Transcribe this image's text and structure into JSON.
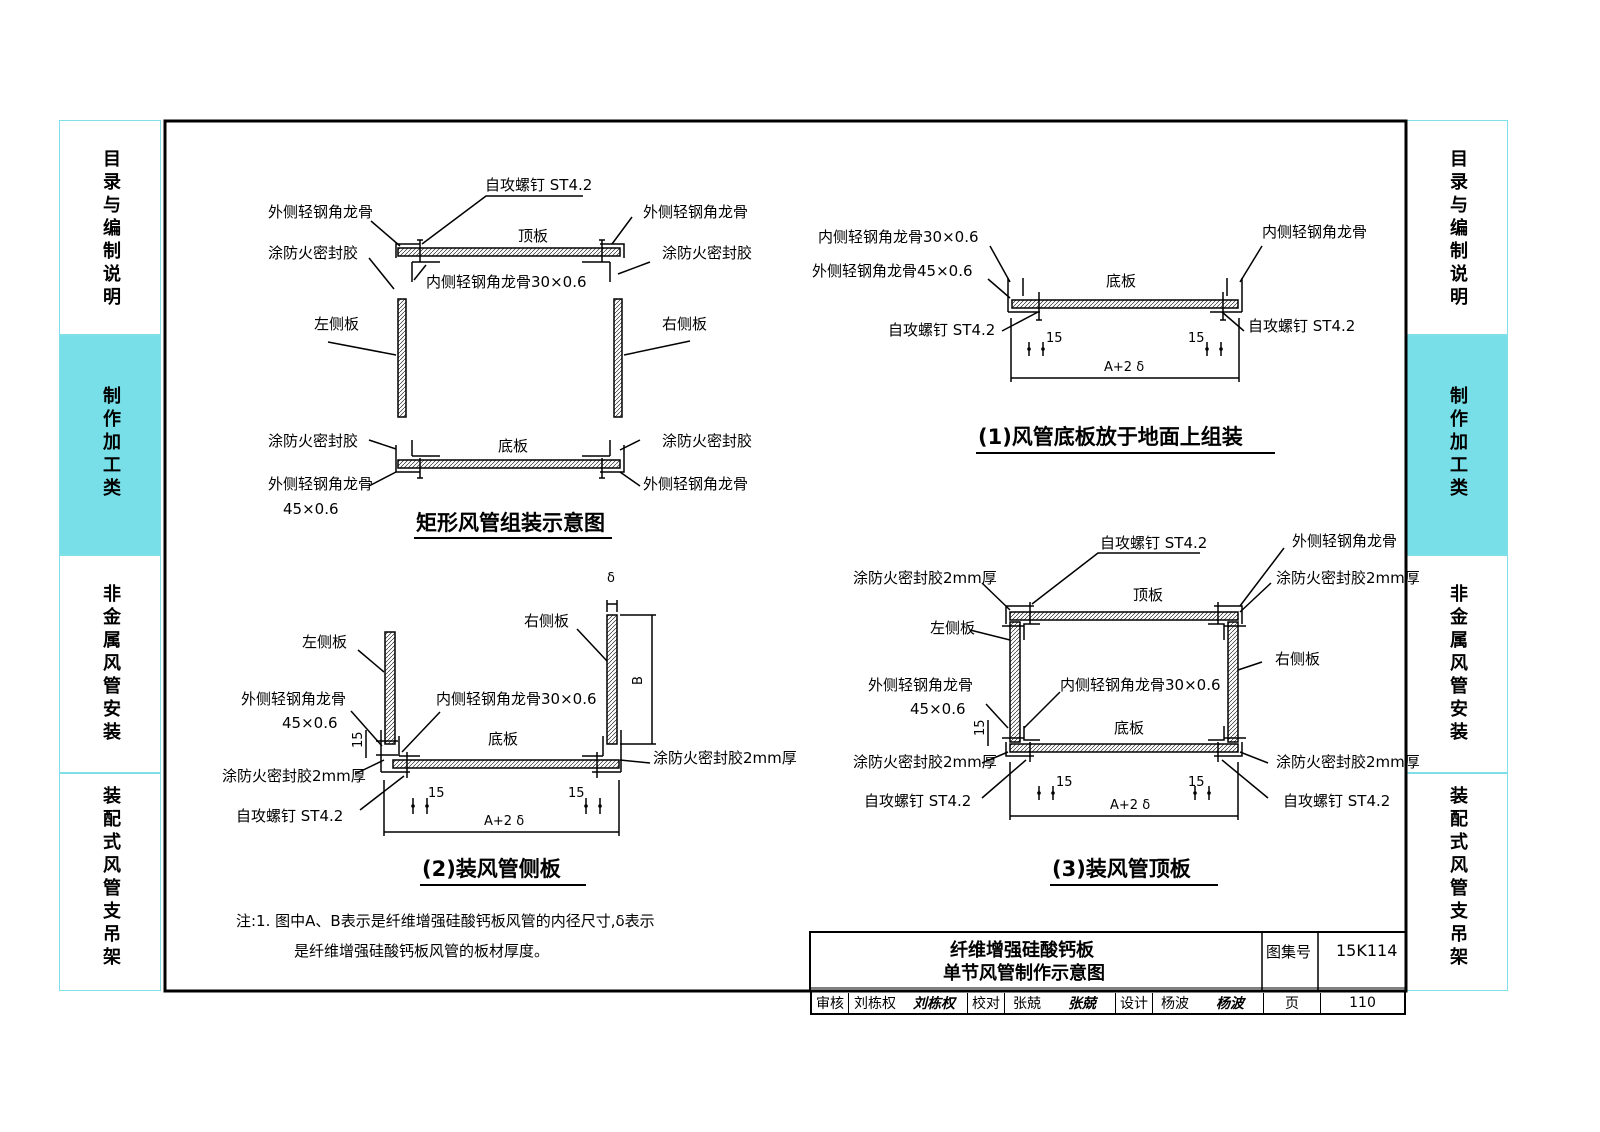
{
  "side_tabs": [
    {
      "label": "目录与编制说明",
      "active": false
    },
    {
      "label": "制作加工类",
      "active": true
    },
    {
      "label": "非金属风管安装",
      "active": false
    },
    {
      "label": "装配式风管支吊架",
      "active": false
    }
  ],
  "labels": {
    "outer_angle": "外侧轻钢角龙骨",
    "outer_angle_45": "外侧轻钢角龙骨45×0.6",
    "outer_angle_size": "45×0.6",
    "inner_angle": "内侧轻钢角龙骨",
    "inner_angle_30": "内侧轻钢角龙骨30×0.6",
    "screw": "自攻螺钉 ST4.2",
    "sealant": "涂防火密封胶",
    "sealant_2mm": "涂防火密封胶2mm厚",
    "top_plate": "顶板",
    "bottom_plate": "底板",
    "left_plate": "左侧板",
    "right_plate": "右侧板",
    "dim_15": "15",
    "dim_width": "A+2 δ",
    "dim_b": "B",
    "dim_delta": "δ"
  },
  "captions": {
    "main": "矩形风管组装示意图",
    "step1": "(1)风管底板放于地面上组装",
    "step2": "(2)装风管侧板",
    "step3": "(3)装风管顶板"
  },
  "notes": {
    "prefix": "注:1.",
    "line1": "图中A、B表示是纤维增强硅酸钙板风管的内径尺寸,δ表示",
    "line2": "是纤维增强硅酸钙板风管的板材厚度。"
  },
  "title_block": {
    "title_line1": "纤维增强硅酸钙板",
    "title_line2": "单节风管制作示意图",
    "atlas_label": "图集号",
    "atlas_no": "15K114",
    "page_label": "页",
    "page_no": "110",
    "review_label": "审核",
    "reviewer": "刘栋权",
    "review_sig": "刘栋权",
    "check_label": "校对",
    "checker": "张兢",
    "check_sig": "张兢",
    "design_label": "设计",
    "designer": "杨波",
    "design_sig": "杨波"
  }
}
